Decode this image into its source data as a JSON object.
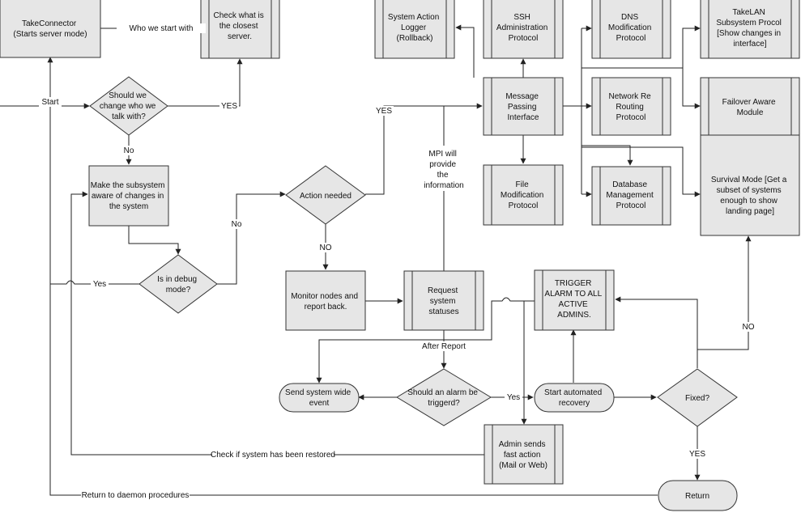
{
  "nodes": {
    "take_connector": [
      "TakeConnector",
      "(Starts server mode)"
    ],
    "check_closest": [
      "Check what is",
      "the closest",
      "server."
    ],
    "should_change": [
      "Should we",
      "change who we",
      "talk with?"
    ],
    "make_aware": [
      "Make the subsystem",
      "aware of changes in",
      "the system"
    ],
    "is_debug": [
      "Is in debug",
      "mode?"
    ],
    "action_needed": [
      "Action needed"
    ],
    "monitor_nodes": [
      "Monitor nodes and",
      "report back."
    ],
    "request_status": [
      "Request",
      "system",
      "statuses"
    ],
    "mpi_note": [
      "MPI will",
      "provide",
      "the",
      "information"
    ],
    "sys_logger": [
      "System Action",
      "Logger",
      "(Rollback)"
    ],
    "ssh_admin": [
      "SSH",
      "Administration",
      "Protocol"
    ],
    "dns_mod": [
      "DNS",
      "Modification",
      "Protocol"
    ],
    "takelan": [
      "TakeLAN",
      "Subsystem Procol",
      "[Show changes in",
      "interface]"
    ],
    "message_passing": [
      "Message",
      "Passing",
      "Interface"
    ],
    "network_reroute": [
      "Network Re",
      "Routing",
      "Protocol"
    ],
    "failover": [
      "Failover Aware",
      "Module"
    ],
    "file_mod": [
      "File",
      "Modification",
      "Protocol"
    ],
    "database": [
      "Database",
      "Management",
      "Protocol"
    ],
    "survival": [
      "Survival Mode [Get a",
      "subset of systems",
      "enough to show",
      "landing page]"
    ],
    "trigger_alarm": [
      "TRIGGER",
      "ALARM TO ALL",
      "ACTIVE",
      "ADMINS."
    ],
    "send_event": [
      "Send system wide",
      "event"
    ],
    "should_alarm": [
      "Should an alarm be",
      "triggerd?"
    ],
    "start_recovery": [
      "Start automated",
      "recovery"
    ],
    "fixed": [
      "Fixed?"
    ],
    "admin_sends": [
      "Admin sends",
      "fast action",
      "(Mail or Web)"
    ],
    "return_node": [
      "Return"
    ]
  },
  "edge_labels": {
    "who_we_start": "Who we start with",
    "start": "Start",
    "yes_change": "YES",
    "no_change": "No",
    "no_debug": "No",
    "yes_debug": "Yes",
    "yes_action": "YES",
    "no_action": "NO",
    "after_report": "After Report",
    "yes_alarm": "Yes",
    "no_fixed": "NO",
    "yes_fixed": "YES",
    "check_restored": "Check if system has been restored",
    "return_daemon": "Return to daemon procedures"
  }
}
